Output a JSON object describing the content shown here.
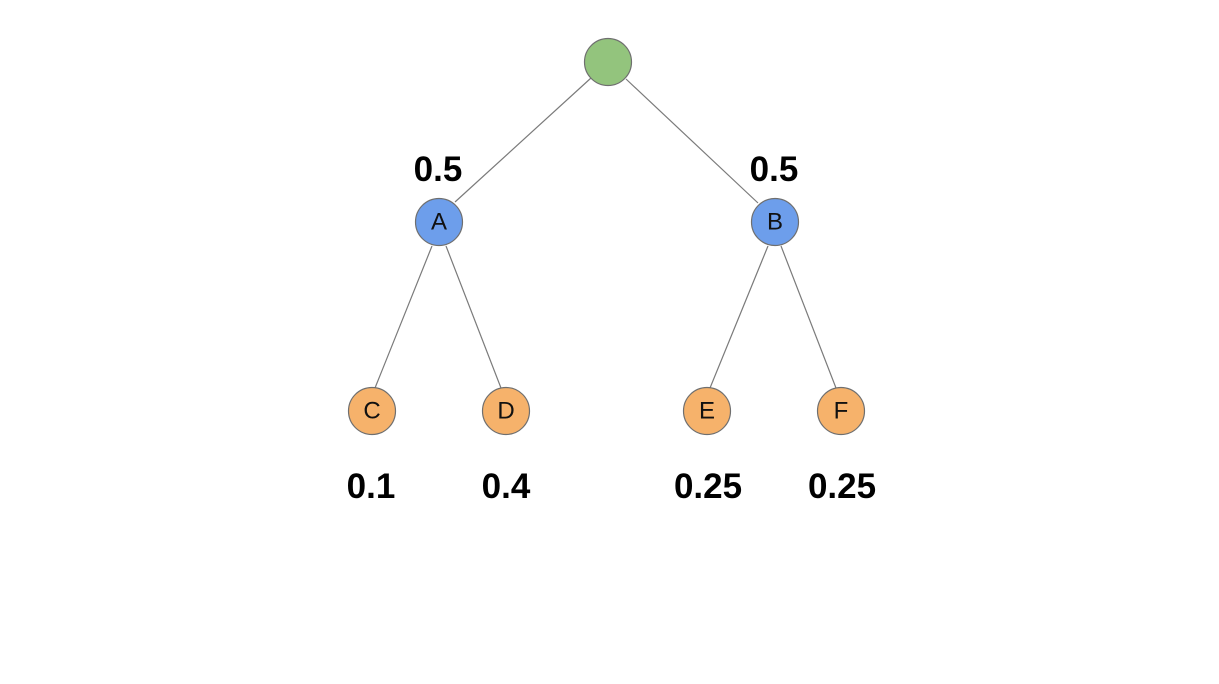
{
  "colors": {
    "root": "#93c47d",
    "internal": "#6d9eeb",
    "leaf": "#f6b26b"
  },
  "nodes": {
    "root": {
      "label": ""
    },
    "a": {
      "label": "A",
      "probability": "0.5"
    },
    "b": {
      "label": "B",
      "probability": "0.5"
    },
    "c": {
      "label": "C",
      "probability": "0.1"
    },
    "d": {
      "label": "D",
      "probability": "0.4"
    },
    "e": {
      "label": "E",
      "probability": "0.25"
    },
    "f": {
      "label": "F",
      "probability": "0.25"
    }
  }
}
